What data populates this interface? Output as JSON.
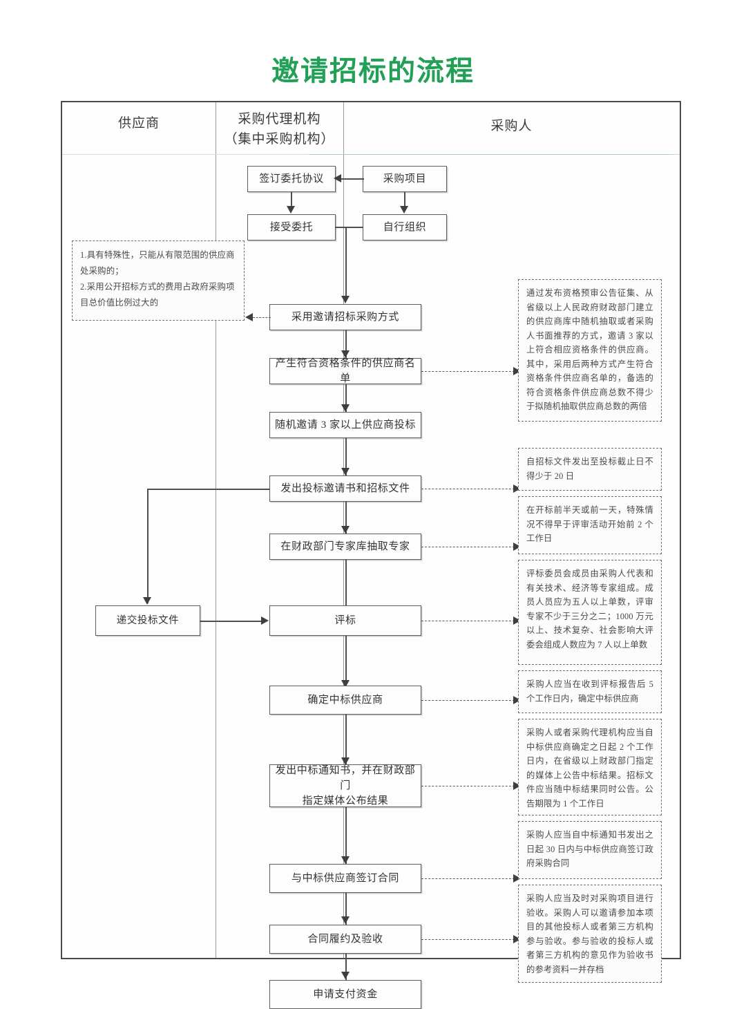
{
  "title": "邀请招标的流程",
  "accent_color": "#21a056",
  "columns": [
    {
      "id": "supplier",
      "label": "供应商"
    },
    {
      "id": "agency",
      "label": "采购代理机构\n（集中采购机构）",
      "line1": "采购代理机构",
      "line2": "（集中采购机构）"
    },
    {
      "id": "purchaser",
      "label": "采购人"
    }
  ],
  "nodes": {
    "sign_agreement": "签订委托协议",
    "purchase_project": "采购项目",
    "accept_entrust": "接受委托",
    "self_organize": "自行组织",
    "use_invited_bidding": "采用邀请招标采购方式",
    "generate_supplier_list": "产生符合资格条件的供应商名单",
    "invite_three_suppliers": "随机邀请 3 家以上供应商投标",
    "issue_invitation_docs": "发出投标邀请书和招标文件",
    "draw_experts": "在财政部门专家库抽取专家",
    "submit_bid_docs": "递交投标文件",
    "bid_evaluation": "评标",
    "determine_winner": "确定中标供应商",
    "issue_notice_line1": "发出中标通知书，并在财政部门",
    "issue_notice_line2": "指定媒体公布结果",
    "sign_contract": "与中标供应商签订合同",
    "contract_performance": "合同履约及验收",
    "apply_payment": "申请支付资金"
  },
  "notes": {
    "conditions": {
      "line1": "1.具有特殊性，只能从有限范围的供应商",
      "line2": "处采购的；",
      "line3": "2.采用公开招标方式的费用占政府采购项",
      "line4": "目总价值比例过大的"
    },
    "supplier_list": "通过发布资格预审公告征集、从省级以上人民政府财政部门建立的供应商库中随机抽取或者采购人书面推荐的方式，邀请 3 家以上符合相应资格条件的供应商。其中，采用后两种方式产生符合资格条件供应商名单的，备选的符合资格条件供应商总数不得少于拟随机抽取供应商总数的两倍",
    "bid_deadline": "自招标文件发出至投标截止日不得少于 20 日",
    "expert_draw_time": "在开标前半天或前一天，特殊情况不得早于评审活动开始前 2 个工作日",
    "evaluation_committee": "评标委员会成员由采购人代表和有关技术、经济等专家组成。成员人员应为五人以上单数，评审专家不少于三分之二；1000 万元以上、技术复杂、社会影响大评委会组成人数应为 7 人以上单数",
    "determine_winner_time": "采购人应当在收到评标报告后 5 个工作日内，确定中标供应商",
    "announce_result": "采购人或者采购代理机构应当自中标供应商确定之日起 2 个工作日内，在省级以上财政部门指定的媒体上公告中标结果。招标文件应当随中标结果同时公告。公告期限为 1 个工作日",
    "contract_time": "采购人应当自中标通知书发出之日起 30 日内与中标供应商签订政府采购合同",
    "acceptance": "采购人应当及时对采购项目进行验收。采购人可以邀请参加本项目的其他投标人或者第三方机构参与验收。参与验收的投标人或者第三方机构的意见作为验收书的参考资料一并存档"
  }
}
